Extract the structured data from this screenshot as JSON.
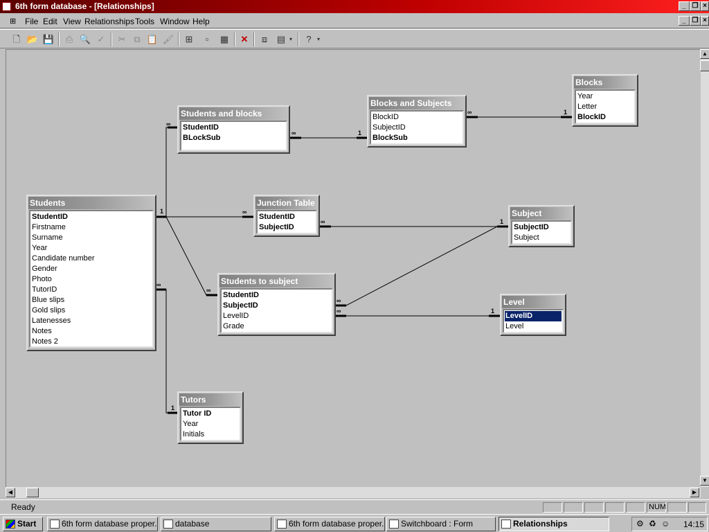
{
  "window": {
    "title": "6th form database - [Relationships]"
  },
  "menu": {
    "items": [
      "File",
      "Edit",
      "View",
      "Relationships",
      "Tools",
      "Window",
      "Help"
    ]
  },
  "tables": {
    "students": {
      "title": "Students",
      "fields": [
        "StudentID",
        "Firstname",
        "Surname",
        "Year",
        "Candidate number",
        "Gender",
        "Photo",
        "TutorID",
        "Blue slips",
        "Gold slips",
        "Latenesses",
        "Notes",
        "Notes 2"
      ]
    },
    "students_blocks": {
      "title": "Students and blocks",
      "fields": [
        "StudentID",
        "BLockSub"
      ]
    },
    "blocks_subjects": {
      "title": "Blocks and Subjects",
      "fields": [
        "BlockID",
        "SubjectID",
        "BlockSub"
      ]
    },
    "blocks": {
      "title": "Blocks",
      "fields": [
        "Year",
        "Letter",
        "BlockID"
      ]
    },
    "junction": {
      "title": "Junction Table",
      "fields": [
        "StudentID",
        "SubjectID"
      ]
    },
    "subject": {
      "title": "Subject",
      "fields": [
        "SubjectID",
        "Subject"
      ]
    },
    "students_subject": {
      "title": "Students to subject",
      "fields": [
        "StudentID",
        "SubjectID",
        "LevelID",
        "Grade"
      ]
    },
    "level": {
      "title": "Level",
      "fields": [
        "LevelID",
        "Level"
      ]
    },
    "tutors": {
      "title": "Tutors",
      "fields": [
        "Tutor ID",
        "Year",
        "Initials"
      ]
    }
  },
  "cardinality": {
    "one": "1",
    "many": "∞"
  },
  "status": {
    "text": "Ready",
    "num": "NUM"
  },
  "taskbar": {
    "start": "Start",
    "buttons": [
      "6th form database proper...",
      "database",
      "6th form database proper...",
      "Switchboard : Form",
      "Relationships"
    ],
    "clock": "14:15"
  }
}
